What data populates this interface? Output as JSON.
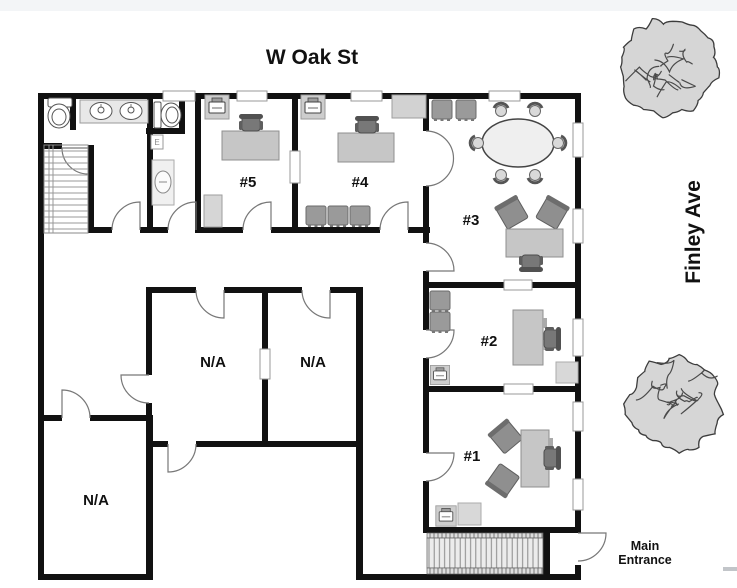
{
  "canvas": {
    "top_strip_color": "#f3f5f7",
    "background": "#ffffff"
  },
  "streets": {
    "top": "W Oak St",
    "right": "Finley Ave"
  },
  "room_labels": {
    "room1": "#1",
    "room2": "#2",
    "room3": "#3",
    "room4": "#4",
    "room5": "#5"
  },
  "unassigned_rooms": {
    "mid_left": "N/A",
    "mid_right": "N/A",
    "bottom_left": "N/A"
  },
  "entrance_label": {
    "line1": "Main",
    "line2": "Entrance"
  },
  "fixture_markers": {
    "electrical_panel": "E"
  },
  "palette": {
    "wall": "#111111",
    "window_frame": "#9a9a9a",
    "door_arc": "#777777",
    "desk_fill": "#c6c6c6",
    "chair_dark": "#787878",
    "chair_mid": "#9a9a9a",
    "tree_fill": "#d6d6d6",
    "label_text": "#111111"
  }
}
